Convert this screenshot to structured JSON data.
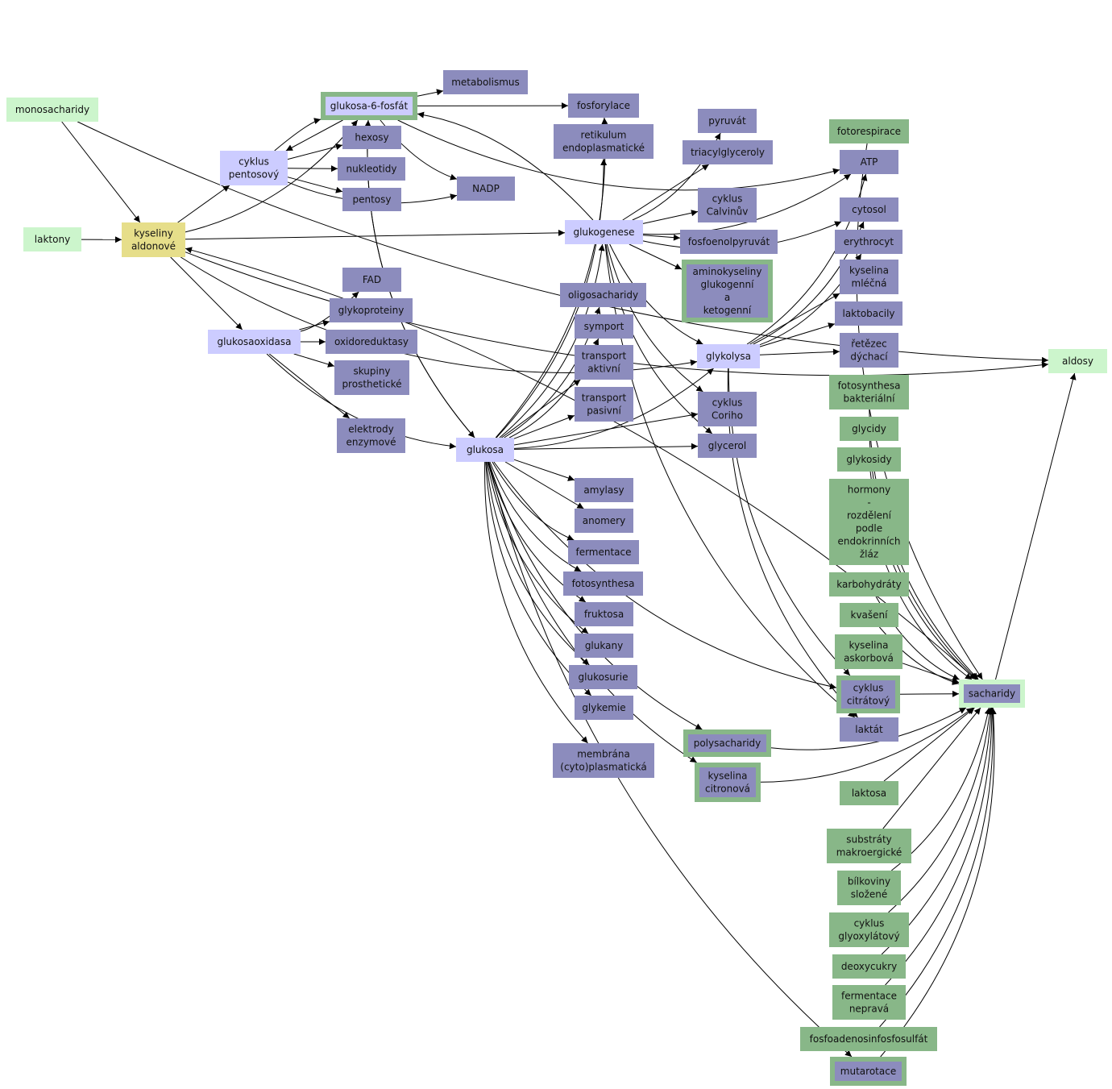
{
  "colors": {
    "lime": "#ccf5cc",
    "yellow": "#e6de8a",
    "lavender": "#ccccff",
    "slate": "#8c8cbd",
    "green": "#88b788",
    "edge": "#000000"
  },
  "nodes": [
    {
      "id": "monosacharidy",
      "lines": [
        "monosacharidy"
      ],
      "fill": "lime"
    },
    {
      "id": "laktony",
      "lines": [
        "laktony"
      ],
      "fill": "lime"
    },
    {
      "id": "kyseliny_aldonove",
      "lines": [
        "kyseliny",
        "aldonové"
      ],
      "fill": "yellow"
    },
    {
      "id": "aldosy",
      "lines": [
        "aldosy"
      ],
      "fill": "lime"
    },
    {
      "id": "glukosa6",
      "lines": [
        "glukosa-6-fosfát"
      ],
      "fill": "lavender",
      "border": "green"
    },
    {
      "id": "cyklus_pentosovy",
      "lines": [
        "cyklus",
        "pentosový"
      ],
      "fill": "lavender"
    },
    {
      "id": "hexosy",
      "lines": [
        "hexosy"
      ],
      "fill": "slate"
    },
    {
      "id": "nukleotidy",
      "lines": [
        "nukleotidy"
      ],
      "fill": "slate"
    },
    {
      "id": "pentosy",
      "lines": [
        "pentosy"
      ],
      "fill": "slate"
    },
    {
      "id": "metabolismus",
      "lines": [
        "metabolismus"
      ],
      "fill": "slate"
    },
    {
      "id": "nadp",
      "lines": [
        "NADP"
      ],
      "fill": "slate"
    },
    {
      "id": "fosforylace",
      "lines": [
        "fosforylace"
      ],
      "fill": "slate"
    },
    {
      "id": "retikulum",
      "lines": [
        "retikulum",
        "endoplasmatické"
      ],
      "fill": "slate"
    },
    {
      "id": "pyruvat",
      "lines": [
        "pyruvát"
      ],
      "fill": "slate"
    },
    {
      "id": "triacylglyceroly",
      "lines": [
        "triacylglyceroly"
      ],
      "fill": "slate"
    },
    {
      "id": "cyklus_calvinuv",
      "lines": [
        "cyklus",
        "Calvinův"
      ],
      "fill": "slate"
    },
    {
      "id": "fosfoenolpyruvat",
      "lines": [
        "fosfoenolpyruvát"
      ],
      "fill": "slate"
    },
    {
      "id": "aminokyseliny",
      "lines": [
        "aminokyseliny",
        "glukogenní",
        "a",
        "ketogenní"
      ],
      "fill": "slate",
      "border": "green"
    },
    {
      "id": "glukogenese",
      "lines": [
        "glukogenese"
      ],
      "fill": "lavender"
    },
    {
      "id": "glykolysa",
      "lines": [
        "glykolysa"
      ],
      "fill": "lavender"
    },
    {
      "id": "fotorespirace",
      "lines": [
        "fotorespirace"
      ],
      "fill": "green"
    },
    {
      "id": "atp",
      "lines": [
        "ATP"
      ],
      "fill": "slate"
    },
    {
      "id": "cytosol",
      "lines": [
        "cytosol"
      ],
      "fill": "slate"
    },
    {
      "id": "erythrocyt",
      "lines": [
        "erythrocyt"
      ],
      "fill": "slate"
    },
    {
      "id": "kyselina_mlecna",
      "lines": [
        "kyselina",
        "mléčná"
      ],
      "fill": "slate"
    },
    {
      "id": "laktobacily",
      "lines": [
        "laktobacily"
      ],
      "fill": "slate"
    },
    {
      "id": "retezec",
      "lines": [
        "řetězec",
        "dýchací"
      ],
      "fill": "slate"
    },
    {
      "id": "glukosaoxidasa",
      "lines": [
        "glukosaoxidasa"
      ],
      "fill": "lavender"
    },
    {
      "id": "fad",
      "lines": [
        "FAD"
      ],
      "fill": "slate"
    },
    {
      "id": "glykoproteiny",
      "lines": [
        "glykoproteiny"
      ],
      "fill": "slate"
    },
    {
      "id": "oxidoreduktasy",
      "lines": [
        "oxidoreduktasy"
      ],
      "fill": "slate"
    },
    {
      "id": "skupiny",
      "lines": [
        "skupiny",
        "prosthetické"
      ],
      "fill": "slate"
    },
    {
      "id": "elektrody",
      "lines": [
        "elektrody",
        "enzymové"
      ],
      "fill": "slate"
    },
    {
      "id": "glukosa",
      "lines": [
        "glukosa"
      ],
      "fill": "lavender"
    },
    {
      "id": "oligosacharidy",
      "lines": [
        "oligosacharidy"
      ],
      "fill": "slate"
    },
    {
      "id": "symport",
      "lines": [
        "symport"
      ],
      "fill": "slate"
    },
    {
      "id": "transport_aktivni",
      "lines": [
        "transport",
        "aktivní"
      ],
      "fill": "slate"
    },
    {
      "id": "transport_pasivni",
      "lines": [
        "transport",
        "pasivní"
      ],
      "fill": "slate"
    },
    {
      "id": "cyklus_coriho",
      "lines": [
        "cyklus",
        "Coriho"
      ],
      "fill": "slate"
    },
    {
      "id": "glycerol",
      "lines": [
        "glycerol"
      ],
      "fill": "slate"
    },
    {
      "id": "amylasy",
      "lines": [
        "amylasy"
      ],
      "fill": "slate"
    },
    {
      "id": "anomery",
      "lines": [
        "anomery"
      ],
      "fill": "slate"
    },
    {
      "id": "fermentace",
      "lines": [
        "fermentace"
      ],
      "fill": "slate"
    },
    {
      "id": "fotosynthesa",
      "lines": [
        "fotosynthesa"
      ],
      "fill": "slate"
    },
    {
      "id": "fruktosa",
      "lines": [
        "fruktosa"
      ],
      "fill": "slate"
    },
    {
      "id": "glukany",
      "lines": [
        "glukany"
      ],
      "fill": "slate"
    },
    {
      "id": "glukosurie",
      "lines": [
        "glukosurie"
      ],
      "fill": "slate"
    },
    {
      "id": "glykemie",
      "lines": [
        "glykemie"
      ],
      "fill": "slate"
    },
    {
      "id": "membrana",
      "lines": [
        "membrána",
        "(cyto)plasmatická"
      ],
      "fill": "slate"
    },
    {
      "id": "polysacharidy",
      "lines": [
        "polysacharidy"
      ],
      "fill": "slate",
      "border": "green"
    },
    {
      "id": "kyselina_citronova",
      "lines": [
        "kyselina",
        "citronová"
      ],
      "fill": "slate",
      "border": "green"
    },
    {
      "id": "fotosynthesa_bakterialni",
      "lines": [
        "fotosynthesa",
        "bakteriální"
      ],
      "fill": "green"
    },
    {
      "id": "glycidy",
      "lines": [
        "glycidy"
      ],
      "fill": "green"
    },
    {
      "id": "glykosidy",
      "lines": [
        "glykosidy"
      ],
      "fill": "green"
    },
    {
      "id": "hormony",
      "lines": [
        "hormony",
        "-",
        "rozdělení",
        "podle",
        "endokrinních",
        "žláz"
      ],
      "fill": "green"
    },
    {
      "id": "karbohydraty",
      "lines": [
        "karbohydráty"
      ],
      "fill": "green"
    },
    {
      "id": "kvaseni",
      "lines": [
        "kvašení"
      ],
      "fill": "green"
    },
    {
      "id": "kyselina_askorbova",
      "lines": [
        "kyselina",
        "askorbová"
      ],
      "fill": "green"
    },
    {
      "id": "cyklus_citratovy",
      "lines": [
        "cyklus",
        "citrátový"
      ],
      "fill": "slate",
      "border": "green"
    },
    {
      "id": "laktat",
      "lines": [
        "laktát"
      ],
      "fill": "slate"
    },
    {
      "id": "sacharidy",
      "lines": [
        "sacharidy"
      ],
      "fill": "slate",
      "border": "lime"
    },
    {
      "id": "laktosa",
      "lines": [
        "laktosa"
      ],
      "fill": "green"
    },
    {
      "id": "substraty",
      "lines": [
        "substráty",
        "makroergické"
      ],
      "fill": "green"
    },
    {
      "id": "bilkoviny",
      "lines": [
        "bílkoviny",
        "složené"
      ],
      "fill": "green"
    },
    {
      "id": "cyklus_glyoxylatovy",
      "lines": [
        "cyklus",
        "glyoxylátový"
      ],
      "fill": "green"
    },
    {
      "id": "deoxycukry",
      "lines": [
        "deoxycukry"
      ],
      "fill": "green"
    },
    {
      "id": "fermentace_neprava",
      "lines": [
        "fermentace",
        "nepravá"
      ],
      "fill": "green"
    },
    {
      "id": "fosfoadenosin",
      "lines": [
        "fosfoadenosinfosfosulfát"
      ],
      "fill": "green"
    },
    {
      "id": "mutarotace",
      "lines": [
        "mutarotace"
      ],
      "fill": "slate",
      "border": "green"
    }
  ],
  "edges": [
    [
      "monosacharidy",
      "kyseliny_aldonove"
    ],
    [
      "monosacharidy",
      "aldosy"
    ],
    [
      "laktony",
      "kyseliny_aldonove"
    ],
    [
      "kyseliny_aldonove",
      "glukosa6"
    ],
    [
      "kyseliny_aldonove",
      "cyklus_pentosovy"
    ],
    [
      "kyseliny_aldonove",
      "glukogenese"
    ],
    [
      "kyseliny_aldonove",
      "glukosaoxidasa"
    ],
    [
      "kyseliny_aldonove",
      "glykolysa"
    ],
    [
      "kyseliny_aldonove",
      "aldosy"
    ],
    [
      "glukosa6",
      "cyklus_pentosovy"
    ],
    [
      "glukosa6",
      "metabolismus"
    ],
    [
      "glukosa6",
      "fosforylace"
    ],
    [
      "glukosa6",
      "nadp"
    ],
    [
      "glukosa6",
      "atp"
    ],
    [
      "glukosa6",
      "glukosa"
    ],
    [
      "cyklus_pentosovy",
      "glukosa6"
    ],
    [
      "cyklus_pentosovy",
      "hexosy"
    ],
    [
      "cyklus_pentosovy",
      "nukleotidy"
    ],
    [
      "cyklus_pentosovy",
      "pentosy"
    ],
    [
      "cyklus_pentosovy",
      "nadp"
    ],
    [
      "glukogenese",
      "glukosa6"
    ],
    [
      "glukogenese",
      "pyruvat"
    ],
    [
      "glukogenese",
      "triacylglyceroly"
    ],
    [
      "glukogenese",
      "cyklus_calvinuv"
    ],
    [
      "glukogenese",
      "fosfoenolpyruvat"
    ],
    [
      "glukogenese",
      "aminokyseliny"
    ],
    [
      "glukogenese",
      "atp"
    ],
    [
      "glukogenese",
      "glykolysa"
    ],
    [
      "glukogenese",
      "cyklus_coriho"
    ],
    [
      "glukogenese",
      "glycerol"
    ],
    [
      "glukogenese",
      "cytosol"
    ],
    [
      "glukogenese",
      "laktat"
    ],
    [
      "glykolysa",
      "cytosol"
    ],
    [
      "glykolysa",
      "erythrocyt"
    ],
    [
      "glykolysa",
      "kyselina_mlecna"
    ],
    [
      "glykolysa",
      "laktobacily"
    ],
    [
      "glykolysa",
      "retezec"
    ],
    [
      "glykolysa",
      "atp"
    ],
    [
      "glykolysa",
      "cyklus_citratovy"
    ],
    [
      "glykolysa",
      "laktat"
    ],
    [
      "glukosaoxidasa",
      "fad"
    ],
    [
      "glukosaoxidasa",
      "glykoproteiny"
    ],
    [
      "glukosaoxidasa",
      "oxidoreduktasy"
    ],
    [
      "glukosaoxidasa",
      "skupiny"
    ],
    [
      "glukosaoxidasa",
      "elektrody"
    ],
    [
      "glukosaoxidasa",
      "glukosa"
    ],
    [
      "glukosa",
      "glukosa6"
    ],
    [
      "glukosa",
      "fosforylace"
    ],
    [
      "glukosa",
      "retikulum"
    ],
    [
      "glukosa",
      "glukogenese"
    ],
    [
      "glukosa",
      "glykolysa"
    ],
    [
      "glukosa",
      "oligosacharidy"
    ],
    [
      "glukosa",
      "symport"
    ],
    [
      "glukosa",
      "transport_aktivni"
    ],
    [
      "glukosa",
      "transport_pasivni"
    ],
    [
      "glukosa",
      "cyklus_coriho"
    ],
    [
      "glukosa",
      "glycerol"
    ],
    [
      "glukosa",
      "amylasy"
    ],
    [
      "glukosa",
      "anomery"
    ],
    [
      "glukosa",
      "fermentace"
    ],
    [
      "glukosa",
      "fotosynthesa"
    ],
    [
      "glukosa",
      "fruktosa"
    ],
    [
      "glukosa",
      "glukany"
    ],
    [
      "glukosa",
      "glukosurie"
    ],
    [
      "glukosa",
      "glykemie"
    ],
    [
      "glukosa",
      "membrana"
    ],
    [
      "glukosa",
      "polysacharidy"
    ],
    [
      "glukosa",
      "kyselina_citronova"
    ],
    [
      "glukosa",
      "mutarotace"
    ],
    [
      "glukosa",
      "cyklus_citratovy"
    ],
    [
      "fotorespirace",
      "sacharidy"
    ],
    [
      "fotosynthesa_bakterialni",
      "sacharidy"
    ],
    [
      "glycidy",
      "sacharidy"
    ],
    [
      "glykosidy",
      "sacharidy"
    ],
    [
      "hormony",
      "sacharidy"
    ],
    [
      "karbohydraty",
      "sacharidy"
    ],
    [
      "kvaseni",
      "sacharidy"
    ],
    [
      "kyselina_askorbova",
      "sacharidy"
    ],
    [
      "cyklus_citratovy",
      "sacharidy"
    ],
    [
      "polysacharidy",
      "sacharidy"
    ],
    [
      "kyselina_citronova",
      "sacharidy"
    ],
    [
      "laktosa",
      "sacharidy"
    ],
    [
      "substraty",
      "sacharidy"
    ],
    [
      "bilkoviny",
      "sacharidy"
    ],
    [
      "cyklus_glyoxylatovy",
      "sacharidy"
    ],
    [
      "deoxycukry",
      "sacharidy"
    ],
    [
      "fermentace_neprava",
      "sacharidy"
    ],
    [
      "fosfoadenosin",
      "sacharidy"
    ],
    [
      "mutarotace",
      "sacharidy"
    ],
    [
      "sacharidy",
      "aldosy"
    ],
    [
      "sacharidy",
      "kyseliny_aldonove"
    ]
  ]
}
